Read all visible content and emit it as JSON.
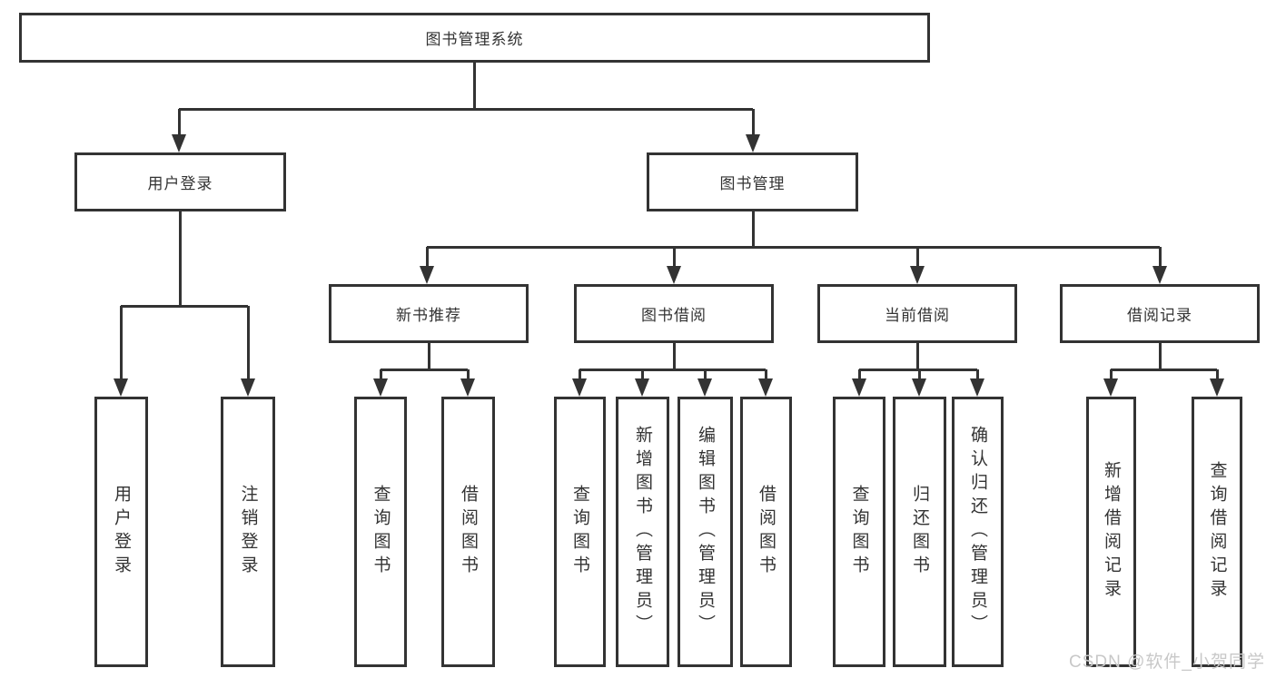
{
  "diagram": {
    "root": "图书管理系统",
    "level2": [
      "用户登录",
      "图书管理"
    ],
    "level3": [
      "新书推荐",
      "图书借阅",
      "当前借阅",
      "借阅记录"
    ],
    "leaves_user_login": [
      "用户登录",
      "注销登录"
    ],
    "leaves_new_books": [
      "查询图书",
      "借阅图书"
    ],
    "leaves_book_borrow": [
      "查询图书",
      "新增图书（管理员）",
      "编辑图书（管理员）",
      "借阅图书"
    ],
    "leaves_current_borrow": [
      "查询图书",
      "归还图书",
      "确认归还（管理员）"
    ],
    "leaves_borrow_records": [
      "新增借阅记录",
      "查询借阅记录"
    ]
  },
  "watermark": "CSDN @软件_小贺同学",
  "colors": {
    "line": "#333333",
    "text": "#333333",
    "box_background": "#ffffff",
    "watermark": "#c8c8c8",
    "background": "#ffffff"
  }
}
